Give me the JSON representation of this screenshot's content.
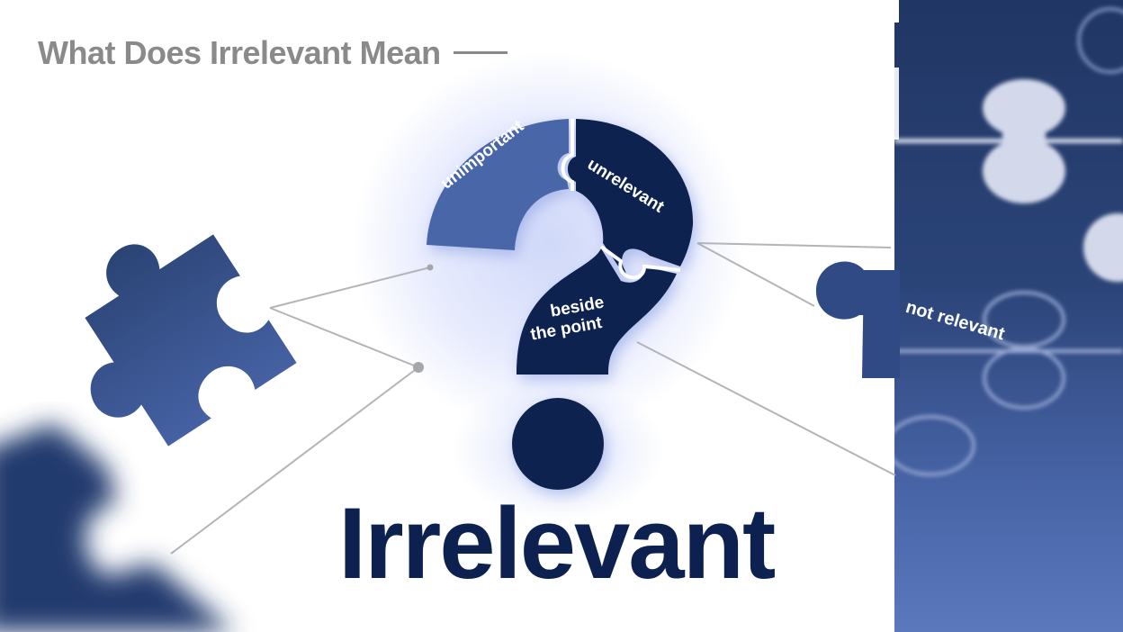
{
  "header": {
    "title": "What Does Irrelevant Mean"
  },
  "main": {
    "word": "Irrelevant",
    "question_mark_pieces": [
      {
        "label": "unimportant",
        "color": "#4a66a8"
      },
      {
        "label": "unrelevant",
        "color": "#0c2150"
      },
      {
        "label": "beside the point",
        "label_line1": "beside",
        "label_line2": "the point",
        "color": "#0c2150"
      }
    ],
    "side_piece": {
      "label": "not relevant",
      "color": "#2f4a85"
    },
    "left_piece": {
      "color": "#34508f"
    }
  },
  "colors": {
    "navy": "#0c2150",
    "mid_blue": "#4a66a8",
    "title_gray": "#8a8a8a",
    "connector_gray": "#b4b4b8",
    "glow": "#aab9f5"
  }
}
